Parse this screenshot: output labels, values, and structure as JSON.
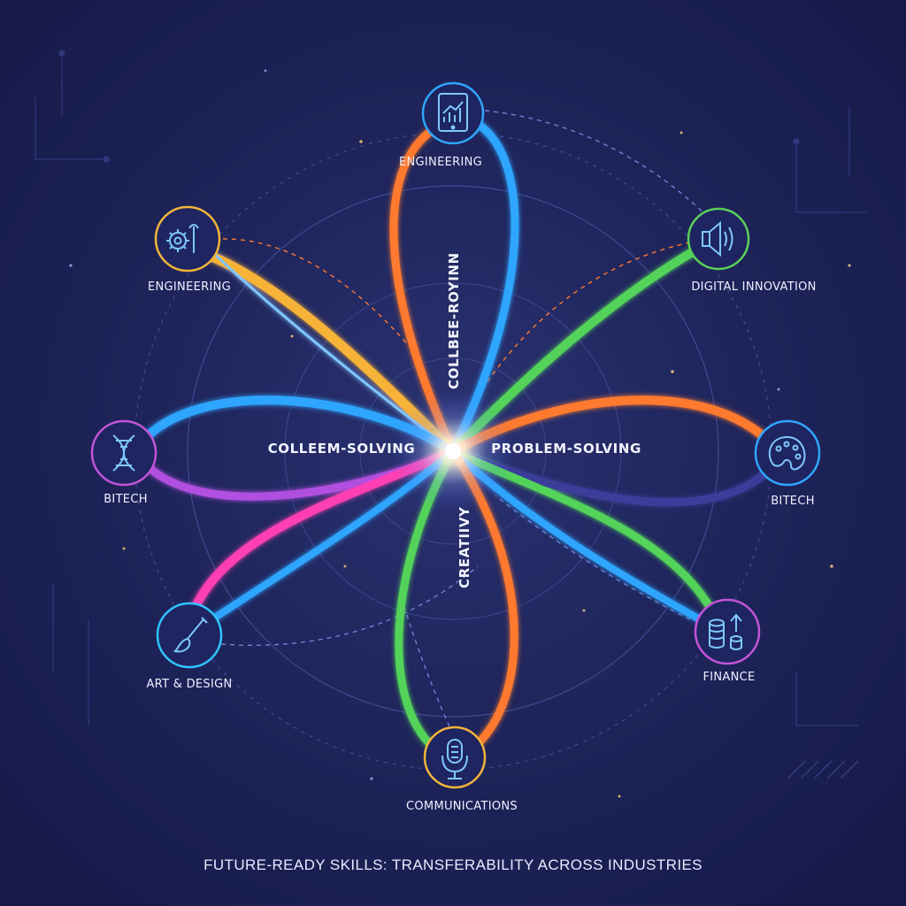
{
  "caption": "FUTURE-READY SKILLS: TRANSFERABILITY ACROSS INDUSTRIES",
  "skills": {
    "top": "COLLBEE-ROYINN",
    "left": "COLLEEM-SOLVING",
    "right": "PROBLEM-SOLVING",
    "bottom": "CREATIIVY"
  },
  "nodes": [
    {
      "id": "top",
      "label": "ENGINEERING",
      "icon": "tablet-chart-icon",
      "ring_color": "#2fa6ff"
    },
    {
      "id": "upper-left",
      "label": "ENGINEERING",
      "icon": "gear-wrench-icon",
      "ring_color": "#f2b43a"
    },
    {
      "id": "upper-right",
      "label": "DIGITAL INNOVATION",
      "icon": "speaker-icon",
      "ring_color": "#5ad05a"
    },
    {
      "id": "left",
      "label": "BITECH",
      "icon": "dna-icon",
      "ring_color": "#c254d8"
    },
    {
      "id": "right",
      "label": "BITECH",
      "icon": "palette-icon",
      "ring_color": "#2fa6ff"
    },
    {
      "id": "lower-left",
      "label": "ART & DESIGN",
      "icon": "paintbrush-icon",
      "ring_color": "#2fc4ff"
    },
    {
      "id": "lower-right",
      "label": "FINANCE",
      "icon": "coins-arrow-icon",
      "ring_color": "#c254d8"
    },
    {
      "id": "bottom",
      "label": "COMMUNICATIONS",
      "icon": "microphone-icon",
      "ring_color": "#f2b43a"
    }
  ],
  "colors": {
    "background": "#1a1f52",
    "orange": "#ff7a2f",
    "blue": "#2fa6ff",
    "green": "#52d35a",
    "yellow": "#f7b338",
    "magenta": "#ff3fb4",
    "purple": "#b04fe0",
    "center_glow": "#ffffff"
  }
}
